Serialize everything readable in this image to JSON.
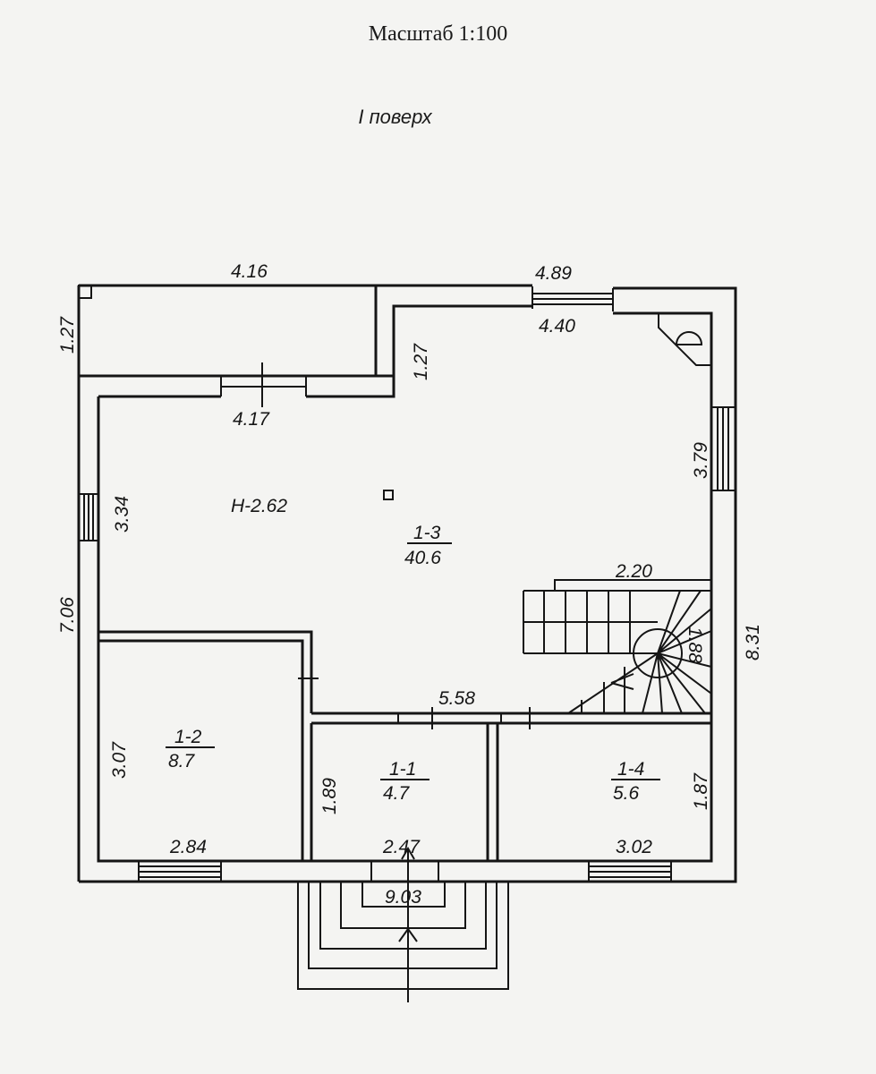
{
  "header": {
    "scale": "Масштаб 1:100",
    "floor": "I поверх"
  },
  "dimensions": {
    "annex_top": "4.16",
    "annex_side": "1.27",
    "annex_inner_side": "1.27",
    "annex_bottom": "4.17",
    "top_outer": "4.89",
    "top_inner": "4.40",
    "right_upper": "3.79",
    "right_outer": "8.31",
    "left_outer": "7.06",
    "left_upper": "3.34",
    "stair_width": "2.20",
    "stair_side": "1.88",
    "corridor": "5.58",
    "room_1_2_side": "3.07",
    "room_1_2_bottom": "2.84",
    "room_1_1_side": "1.89",
    "room_1_1_bottom": "2.47",
    "room_1_4_side": "1.87",
    "room_1_4_bottom": "3.02",
    "porch": "9.03",
    "height": "Н-2.62"
  },
  "rooms": [
    {
      "id": "1-3",
      "area": "40.6"
    },
    {
      "id": "1-2",
      "area": "8.7"
    },
    {
      "id": "1-1",
      "area": "4.7"
    },
    {
      "id": "1-4",
      "area": "5.6"
    }
  ]
}
